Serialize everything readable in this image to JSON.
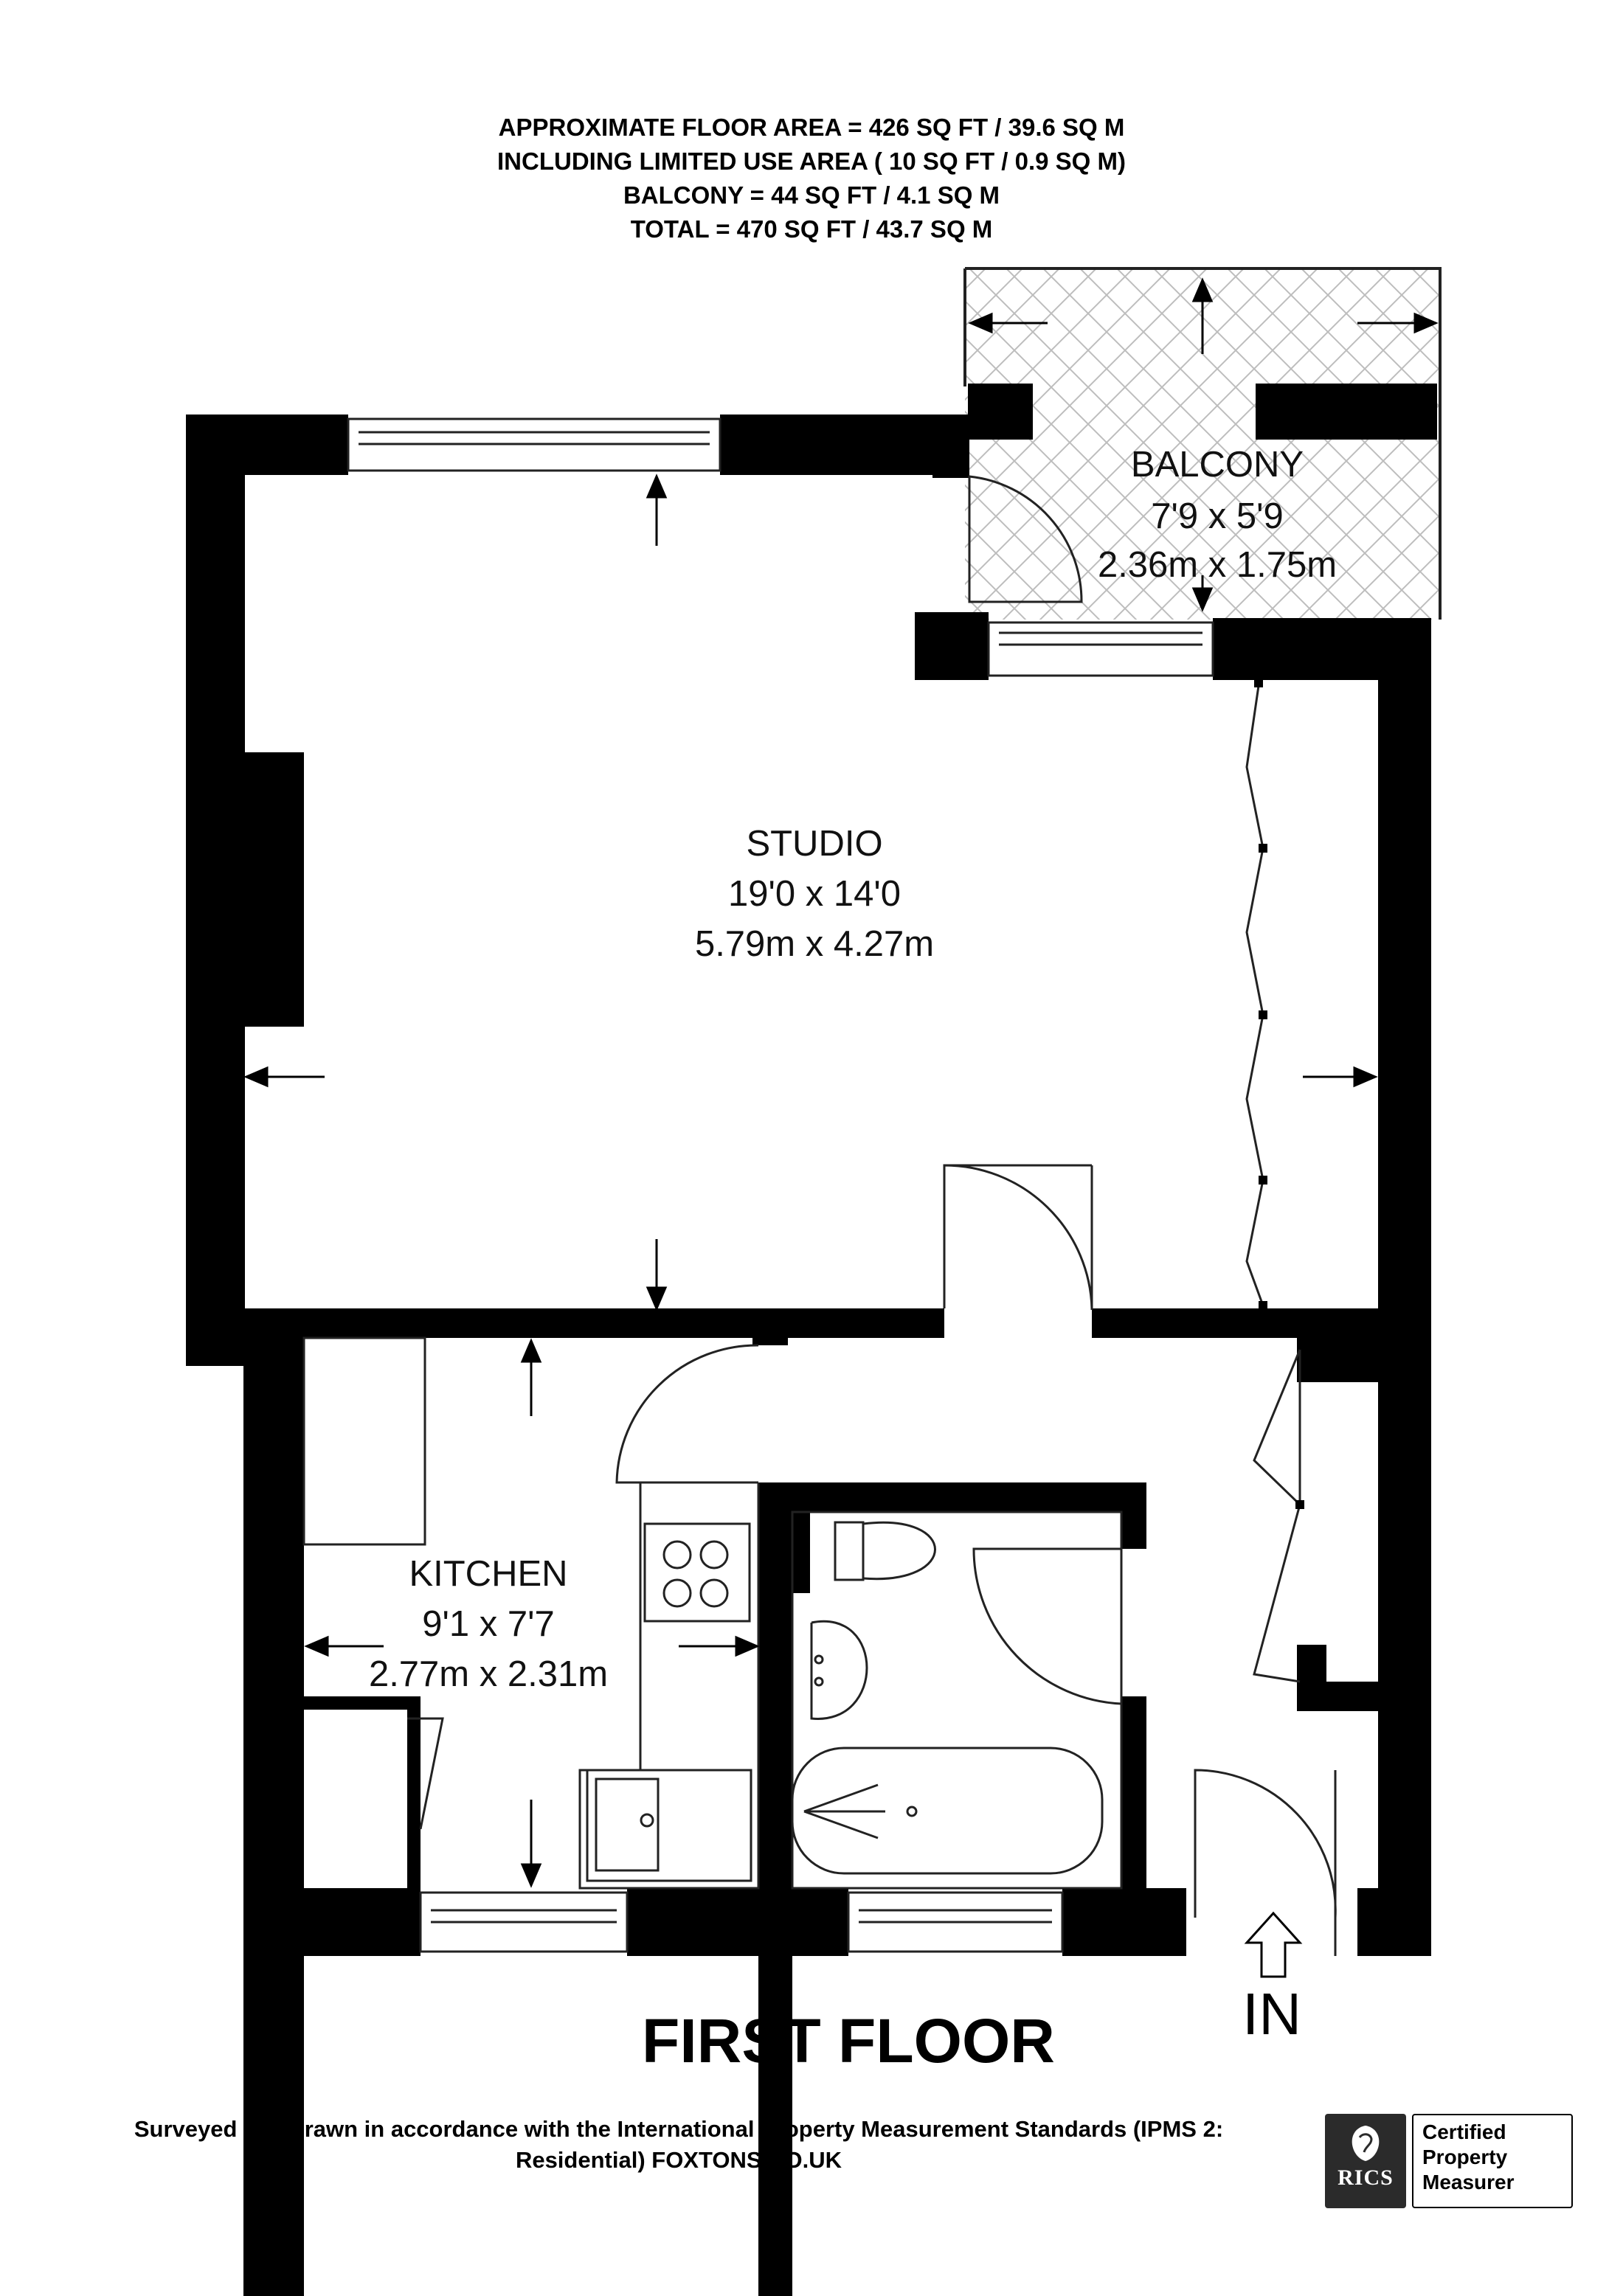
{
  "header": {
    "line1": "APPROXIMATE FLOOR AREA = 426 SQ FT / 39.6 SQ M",
    "line2": "INCLUDING LIMITED USE AREA ( 10 SQ FT / 0.9 SQ M)",
    "line3": "BALCONY = 44 SQ FT / 4.1 SQ M",
    "line4": "TOTAL = 470 SQ FT / 43.7 SQ M"
  },
  "rooms": {
    "balcony": {
      "name": "BALCONY",
      "imperial": "7'9 x 5'9",
      "metric": "2.36m x 1.75m"
    },
    "studio": {
      "name": "STUDIO",
      "imperial": "19'0 x 14'0",
      "metric": "5.79m x 4.27m"
    },
    "kitchen": {
      "name": "KITCHEN",
      "imperial": "9'1 x 7'7",
      "metric": "2.77m x 2.31m"
    }
  },
  "entrance_label": "IN",
  "floor_title": "FIRST FLOOR",
  "footer": {
    "line1": "Surveyed and drawn in accordance with the International Property Measurement Standards (IPMS 2:",
    "line2": "Residential) FOXTONS.CO.UK"
  },
  "badge": {
    "brand": "RICS",
    "line1": "Certified",
    "line2": "Property",
    "line3": "Measurer"
  },
  "colors": {
    "wall": "#000000",
    "line": "#222222",
    "hatch": "#bdbdbd"
  }
}
